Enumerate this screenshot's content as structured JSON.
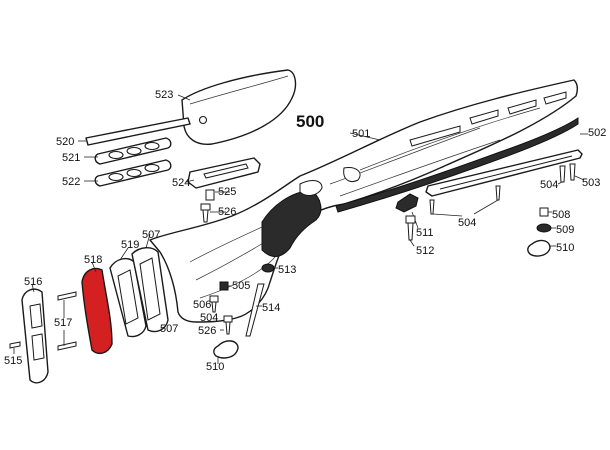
{
  "diagram": {
    "title": "500",
    "highlight_color": "#d42020",
    "labels": {
      "l501": "501",
      "l502": "502",
      "l503": "503",
      "l504a": "504",
      "l504b": "504",
      "l504c": "504",
      "l505": "505",
      "l506": "506",
      "l507a": "507",
      "l507b": "507",
      "l508": "508",
      "l509": "509",
      "l510a": "510",
      "l510b": "510",
      "l511": "511",
      "l512": "512",
      "l513": "513",
      "l514": "514",
      "l515": "515",
      "l516": "516",
      "l517": "517",
      "l518": "518",
      "l519": "519",
      "l520": "520",
      "l521": "521",
      "l522": "522",
      "l523": "523",
      "l524": "524",
      "l525": "525",
      "l526a": "526",
      "l526b": "526"
    }
  }
}
